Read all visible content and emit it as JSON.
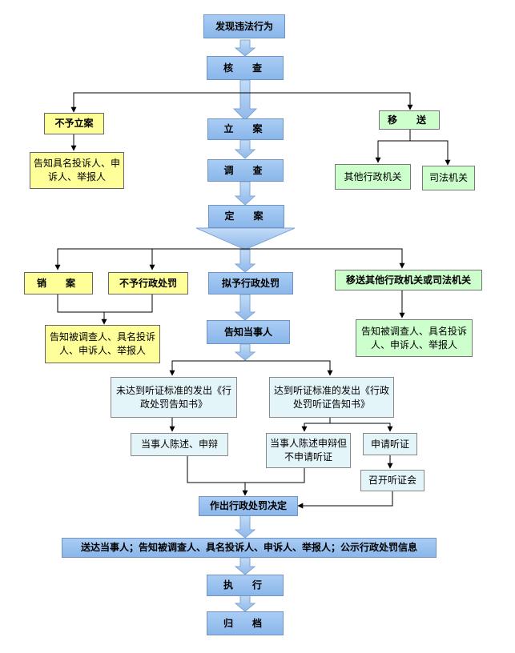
{
  "nodes": {
    "discover": "发现违法行为",
    "verify": "核　查",
    "no_case": "不予立案",
    "notify_complainants_1": "告知具名投诉人、申诉人、举报人",
    "transfer": "移　送",
    "other_admin": "其他行政机关",
    "judicial": "司法机关",
    "file_case": "立　案",
    "investigate": "调　查",
    "decide_case": "定　案",
    "cancel_case": "销　案",
    "no_penalty": "不予行政处罚",
    "propose_penalty": "拟予行政处罚",
    "transfer_other": "移送其他行政机关或司法机关",
    "notify_all_1": "告知被调查人、具名投诉人、申诉人、举报人",
    "notify_all_2": "告知被调查人、具名投诉人、申诉人、举报人",
    "notify_party": "告知当事人",
    "below_hearing": "未达到听证标准的发出《行政处罚告知书》",
    "above_hearing": "达到听证标准的发出《行政处罚听证告知书》",
    "party_statement": "当事人陈述、申辩",
    "statement_no_hearing": "当事人陈述申辩但不申请听证",
    "apply_hearing": "申请听证",
    "hold_hearing": "召开听证会",
    "make_decision": "作出行政处罚决定",
    "deliver": "送达当事人；告知被调查人、具名投诉人、申诉人、举报人；公示行政处罚信息",
    "execute": "执　行",
    "archive": "归　档"
  },
  "colors": {
    "blue_fill": "#9ec4f0",
    "arrow_fill": "#a9cdf4",
    "yellow_fill": "#ffff99",
    "green_fill": "#ccffcc",
    "cyan_fill": "#e4f5f9",
    "line": "#000000"
  }
}
